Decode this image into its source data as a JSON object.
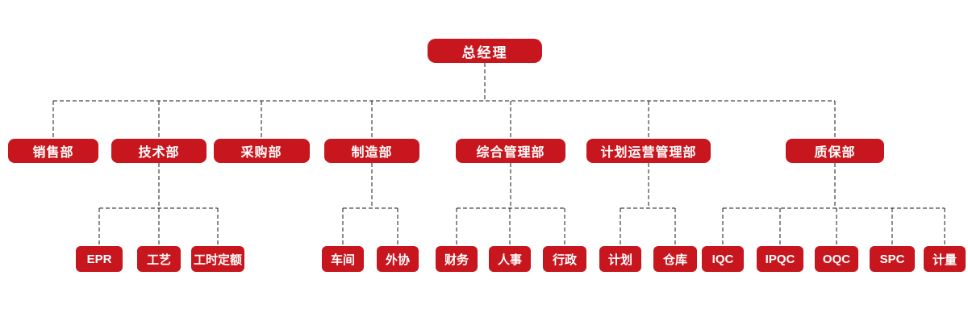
{
  "diagram": {
    "type": "org-chart",
    "colors": {
      "node_fill": "#c8161e",
      "node_text": "#ffffff",
      "connector": "#1a1a1a",
      "background": "#ffffff"
    },
    "root": {
      "id": "ceo",
      "label": "总经理"
    },
    "departments": [
      {
        "id": "sales",
        "label": "销售部",
        "children": []
      },
      {
        "id": "tech",
        "label": "技术部",
        "children": [
          {
            "id": "epr",
            "label": "EPR"
          },
          {
            "id": "craft",
            "label": "工艺"
          },
          {
            "id": "work-quota",
            "label": "工时定额"
          }
        ]
      },
      {
        "id": "purchasing",
        "label": "采购部",
        "children": []
      },
      {
        "id": "manufacturing",
        "label": "制造部",
        "children": [
          {
            "id": "workshop",
            "label": "车间"
          },
          {
            "id": "outsourcing",
            "label": "外协"
          }
        ]
      },
      {
        "id": "general-admin",
        "label": "综合管理部",
        "children": [
          {
            "id": "finance",
            "label": "财务"
          },
          {
            "id": "hr",
            "label": "人事"
          },
          {
            "id": "administration",
            "label": "行政"
          }
        ]
      },
      {
        "id": "plan-ops",
        "label": "计划运营管理部",
        "children": [
          {
            "id": "planning",
            "label": "计划"
          },
          {
            "id": "warehouse",
            "label": "仓库"
          }
        ]
      },
      {
        "id": "qa",
        "label": "质保部",
        "children": [
          {
            "id": "iqc",
            "label": "IQC"
          },
          {
            "id": "ipqc",
            "label": "IPQC"
          },
          {
            "id": "oqc",
            "label": "OQC"
          },
          {
            "id": "spc",
            "label": "SPC"
          },
          {
            "id": "metrology",
            "label": "计量"
          }
        ]
      }
    ]
  }
}
